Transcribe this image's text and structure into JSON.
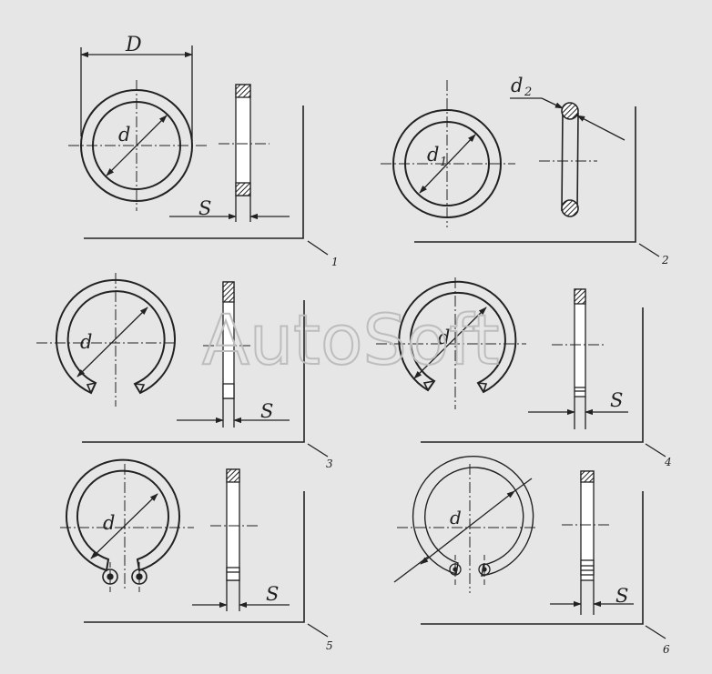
{
  "watermark": "AutoSoft",
  "figures": [
    {
      "number": "1",
      "labels": {
        "D": "D",
        "d": "d",
        "s": "S"
      }
    },
    {
      "number": "2",
      "labels": {
        "d1": "d",
        "d1_sub": "1",
        "d2": "d",
        "d2_sub": "2"
      }
    },
    {
      "number": "3",
      "labels": {
        "d": "d",
        "s": "S"
      }
    },
    {
      "number": "4",
      "labels": {
        "d": "d",
        "s": "S"
      }
    },
    {
      "number": "5",
      "labels": {
        "d": "d",
        "s": "S"
      }
    },
    {
      "number": "6",
      "labels": {
        "d": "d",
        "s": "S"
      }
    }
  ],
  "colors": {
    "background": "#e6e6e6",
    "ink": "#222222",
    "watermark": "#bdbdbd"
  }
}
